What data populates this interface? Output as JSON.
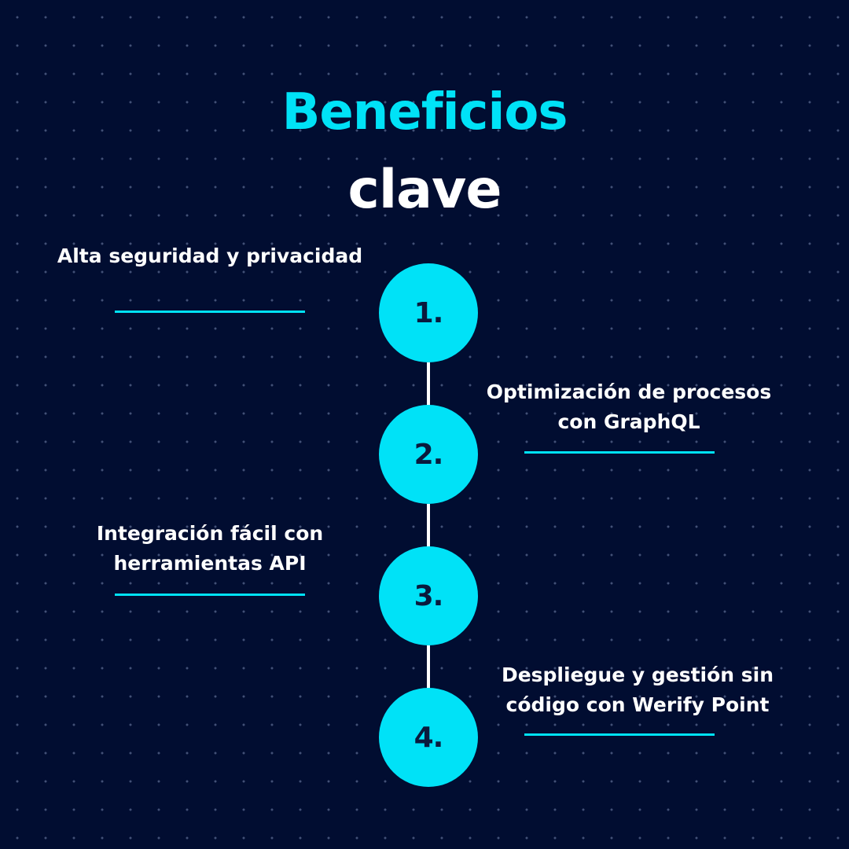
{
  "title": {
    "line1": "Beneficios",
    "line2": "clave"
  },
  "steps": [
    {
      "number": "1.",
      "text": "Alta seguridad y privacidad"
    },
    {
      "number": "2.",
      "text": "Optimización de procesos con GraphQL"
    },
    {
      "number": "3.",
      "text": "Integración fácil con herramientas API"
    },
    {
      "number": "4.",
      "text": "Despliegue y gestión sin código con Werify Point"
    }
  ],
  "colors": {
    "background": "#010d31",
    "accent": "#00e2f7",
    "circle_text": "#0a1a3d",
    "text": "#ffffff"
  }
}
